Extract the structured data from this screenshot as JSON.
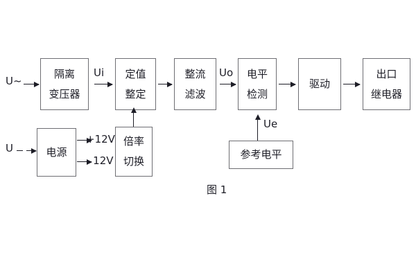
{
  "diagram": {
    "caption": "图 1",
    "blocks": [
      {
        "id": "isolation-transformer",
        "lines": [
          "隔离",
          "变压器"
        ]
      },
      {
        "id": "setting-value",
        "lines": [
          "定值",
          "整定"
        ]
      },
      {
        "id": "rectify-filter",
        "lines": [
          "整流",
          "滤波"
        ]
      },
      {
        "id": "level-detection",
        "lines": [
          "电平",
          "检测"
        ]
      },
      {
        "id": "drive",
        "lines": [
          "驱动"
        ]
      },
      {
        "id": "output-relay",
        "lines": [
          "出口",
          "继电器"
        ]
      },
      {
        "id": "power-supply",
        "lines": [
          "电源"
        ]
      },
      {
        "id": "multiplier-switch",
        "lines": [
          "倍率",
          "切换"
        ]
      },
      {
        "id": "reference-level",
        "lines": [
          "参考电平"
        ]
      }
    ],
    "signals": {
      "ac_input": "U~",
      "dc_input": "U",
      "ui": "Ui",
      "uo": "Uo",
      "ue": "Ue",
      "rail_positive": "+12V",
      "rail_negative": "- 12V"
    }
  }
}
